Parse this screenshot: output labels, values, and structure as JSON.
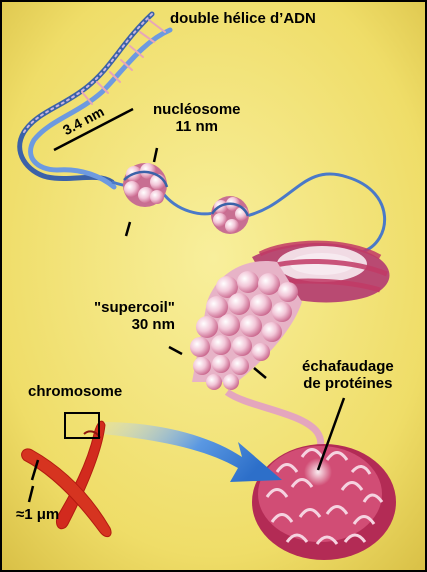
{
  "labels": {
    "dna_helix": "double hélice d’ADN",
    "helix_width": "3.4 nm",
    "nucleosome_name": "nucléosome",
    "nucleosome_size": "11 nm",
    "supercoil_name": "\"supercoil\"",
    "supercoil_size": "30 nm",
    "scaffold_line1": "échafaudage",
    "scaffold_line2": "de protéines",
    "chromosome": "chromosome",
    "chromosome_size": "≈1 μm"
  },
  "colors": {
    "background": "#f3e57a",
    "dna_blue": "#4a79c8",
    "nucleosome_pink": "#e9a9c3",
    "chromatin_red": "#cc3a63",
    "chromosome_red": "#d22a1e",
    "arrow_blue": "#3f86dd"
  }
}
